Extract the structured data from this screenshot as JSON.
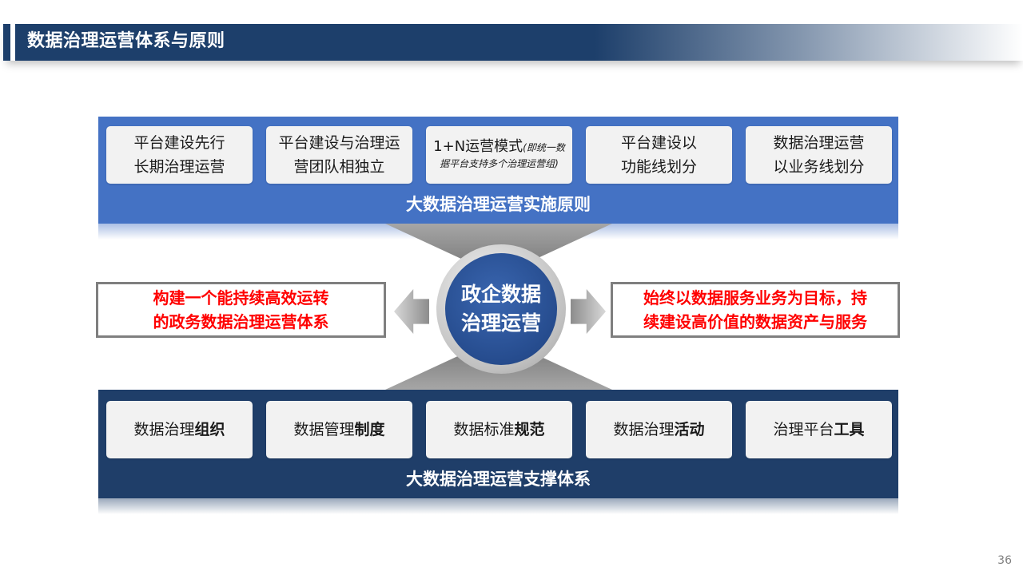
{
  "header": {
    "title": "数据治理运营体系与原则"
  },
  "top_band": {
    "label": "大数据治理运营实施原则",
    "cards": [
      {
        "line1": "平台建设先行",
        "line2": "长期治理运营"
      },
      {
        "line1": "平台建设与治理运",
        "line2": "营团队相独立"
      },
      {
        "main": "1+N运营模式",
        "note": "(即统一数据平台支持多个治理运营组)"
      },
      {
        "line1": "平台建设以",
        "line2": "功能线划分"
      },
      {
        "line1": "数据治理运营",
        "line2": "以业务线划分"
      }
    ]
  },
  "center": {
    "line1": "政企数据",
    "line2": "治理运营"
  },
  "left_box": {
    "line1": "构建一个能持续高效运转",
    "line2": "的政务数据治理运营体系"
  },
  "right_box": {
    "line1": "始终以数据服务业务为目标，持",
    "line2": "续建设高价值的数据资产与服务"
  },
  "bottom_band": {
    "label": "大数据治理运营支撑体系",
    "cards": [
      {
        "prefix": "数据治理",
        "bold": "组织"
      },
      {
        "prefix": "数据管理",
        "bold": "制度"
      },
      {
        "prefix": "数据标准",
        "bold": "规范"
      },
      {
        "prefix": "数据治理",
        "bold": "活动"
      },
      {
        "prefix": "治理平台",
        "bold": "工具"
      }
    ]
  },
  "page_number": "36",
  "colors": {
    "title_bar": "#1d3f6b",
    "top_band": "#4472c4",
    "bottom_band": "#1f3e69",
    "highlight_text": "#ff0000",
    "center_circle": "#264c8e"
  }
}
